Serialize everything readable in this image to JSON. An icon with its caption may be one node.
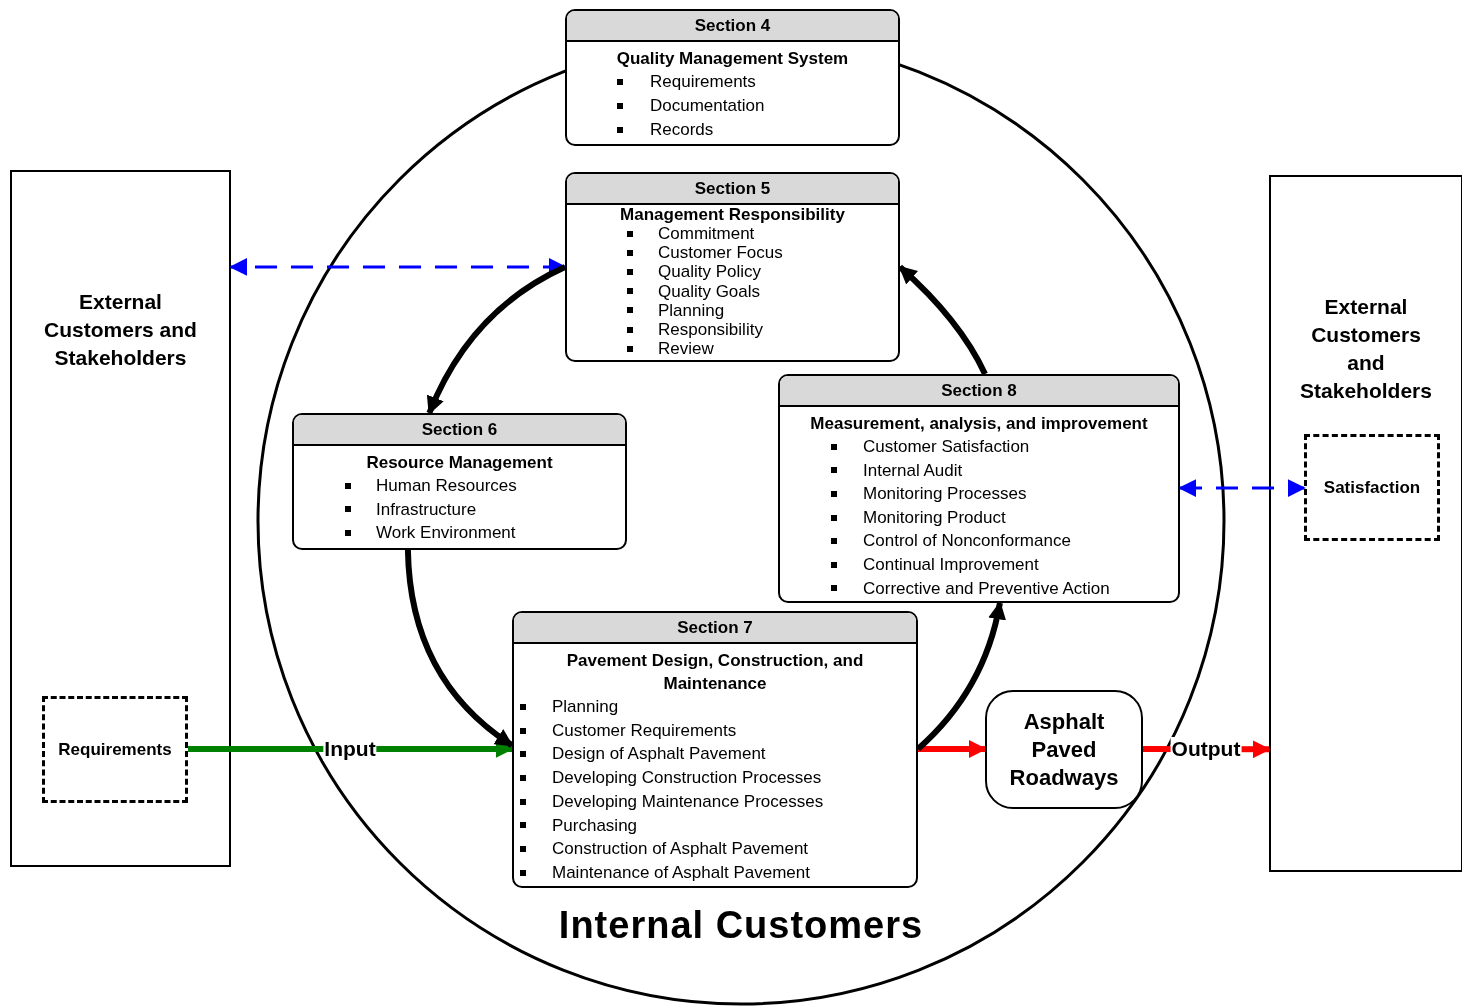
{
  "diagram": {
    "nodes": [
      {
        "text": [
          "External Customers and Stakeholders"
        ]
      },
      {
        "text": [
          "Requirements"
        ],
        "in": 0
      },
      {
        "text": [
          "External Customers and Stakeholders"
        ]
      },
      {
        "text": [
          "Satisfaction"
        ],
        "in": 2
      },
      {
        "text": [
          "Internal Customers"
        ]
      },
      {
        "text": [
          "Section 4",
          "Quality Management System",
          "Requirements",
          "Documentation",
          "Records"
        ]
      },
      {
        "text": [
          "Section 5",
          "Management Responsibility",
          "Commitment",
          "Customer Focus",
          "Quality Policy",
          "Quality Goals",
          "Planning",
          "Responsibility",
          "Review"
        ],
        "in": 4
      },
      {
        "text": [
          "Section 6",
          "Resource Management",
          "Human Resources",
          "Infrastructure",
          "Work Environment"
        ],
        "in": 4
      },
      {
        "text": [
          "Section 8",
          "Measurement, analysis, and improvement",
          "Customer Satisfaction",
          "Internal Audit",
          "Monitoring Processes",
          "Monitoring Product",
          "Control of Nonconformance",
          "Continual Improvement",
          "Corrective and Preventive Action"
        ],
        "in": 4
      },
      {
        "text": [
          "Section 7",
          "Pavement Design, Construction, and Maintenance",
          "Planning",
          "Customer Requirements",
          "Design of Asphalt Pavement",
          "Developing Construction Processes",
          "Developing Maintenance Processes",
          "Purchasing",
          "Construction of Asphalt Pavement",
          "Maintenance of Asphalt Pavement"
        ],
        "in": 4
      },
      {
        "text": [
          "Asphalt Paved Roadways"
        ],
        "in": 4
      }
    ],
    "edges": [
      {
        "from": 6,
        "to": 0,
        "arrow": "both",
        "style": "dashed",
        "color": "#0000ff"
      },
      {
        "from": 8,
        "to": 3,
        "arrow": "both",
        "style": "dashed",
        "color": "#0000ff"
      },
      {
        "from": 1,
        "to": 9,
        "arrow": "to",
        "label": "Input",
        "color": "#008000"
      },
      {
        "from": 9,
        "to": 10,
        "arrow": "to",
        "color": "#ff0000"
      },
      {
        "from": 10,
        "to": 2,
        "arrow": "to",
        "label": "Output",
        "color": "#ff0000"
      },
      {
        "from": 6,
        "to": 7,
        "arrow": "to"
      },
      {
        "from": 7,
        "to": 9,
        "arrow": "to"
      },
      {
        "from": 9,
        "to": 8,
        "arrow": "to"
      },
      {
        "from": 8,
        "to": 6,
        "arrow": "to"
      }
    ]
  }
}
